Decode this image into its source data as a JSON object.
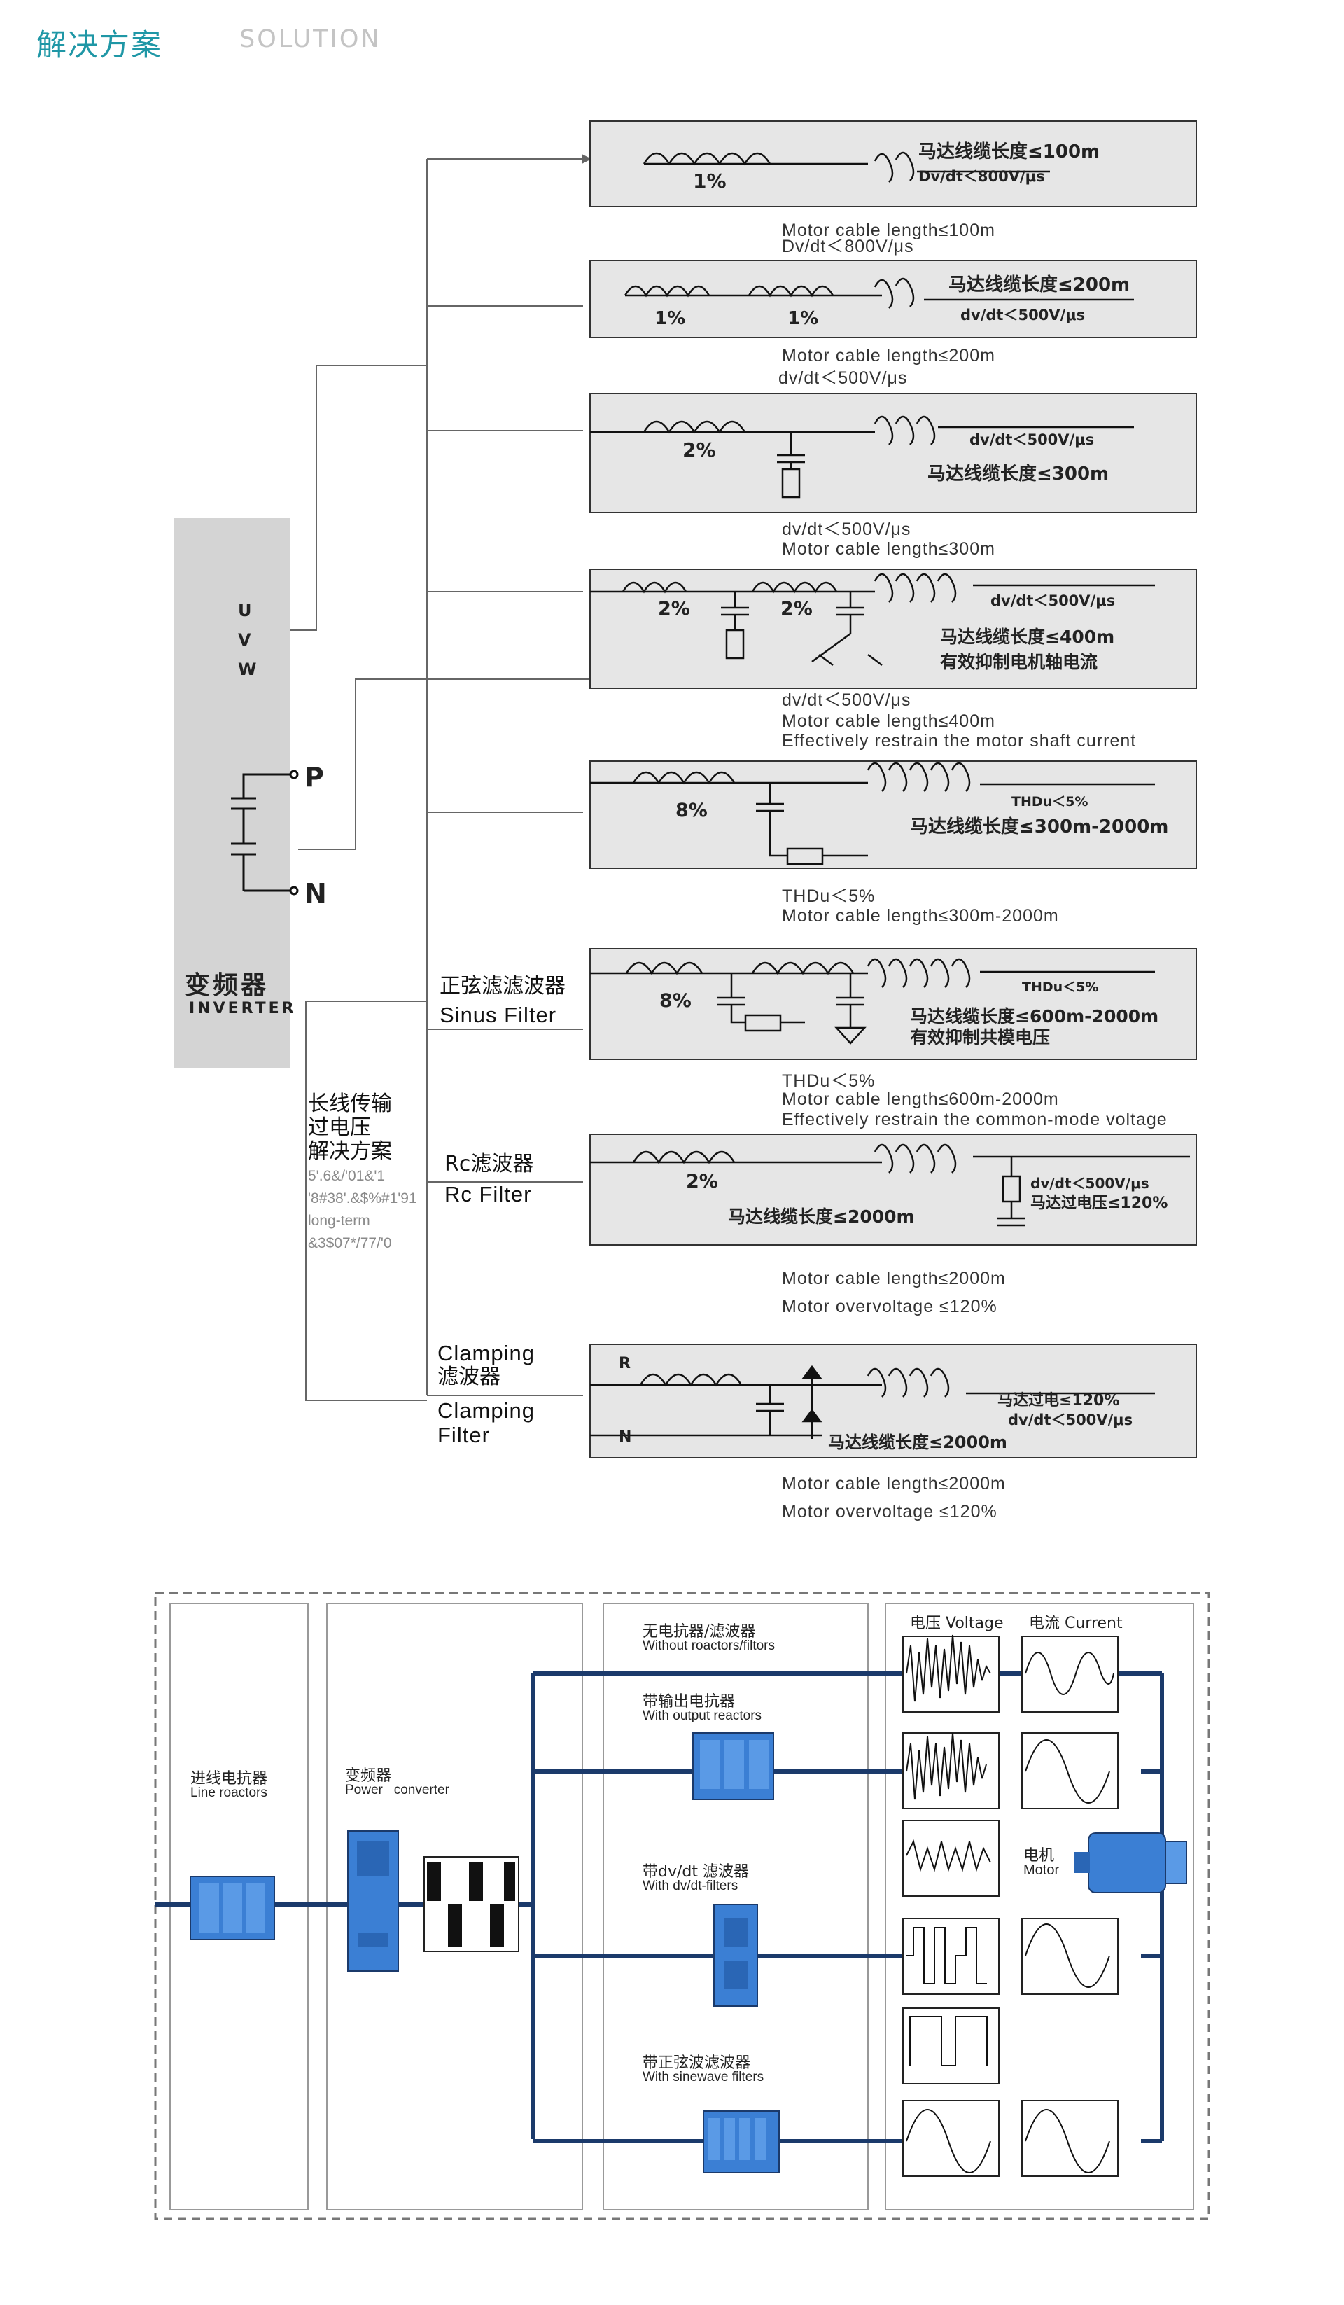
{
  "header": {
    "title_cn": "解决方案",
    "title_en": "SOLUTION"
  },
  "inverter": {
    "phases": [
      "U",
      "V",
      "W"
    ],
    "p": "P",
    "n": "N",
    "name_cn": "变频器",
    "name_en": "INVERTER"
  },
  "branches": {
    "sinus_cn": "正弦滤滤波器",
    "sinus_en": "Sinus Filter",
    "rc_cn": "Rc滤波器",
    "rc_en": "Rc Filter",
    "clamp_en1": "Clamping",
    "clamp_cn": "滤波器",
    "clamp_en2": "Clamping",
    "clamp_en3": "Filter"
  },
  "long_line": {
    "cn": [
      "长线传输",
      "过电压",
      "解决方案"
    ],
    "garbled": [
      "5'.6&/'01&'1",
      "'8#38'.&$%#1'91",
      "long-term",
      "&3$07*/77/'0"
    ]
  },
  "filters": [
    {
      "inductors": [
        "1%"
      ],
      "box_text": [
        "马达线缆长度≤100m",
        "Dv/dt＜800V/μs"
      ],
      "caption": [
        "Motor cable length≤100m",
        "Dv/dt＜800V/μs"
      ]
    },
    {
      "inductors": [
        "1%",
        "1%"
      ],
      "box_text": [
        "马达线缆长度≤200m",
        "dv/dt＜500V/μs"
      ],
      "caption": [
        "Motor cable length≤200m",
        "dv/dt＜500V/μs"
      ]
    },
    {
      "inductors": [
        "2%"
      ],
      "box_text": [
        "dv/dt＜500V/μs",
        "马达线缆长度≤300m"
      ],
      "caption": [
        "dv/dt＜500V/μs",
        "Motor cable length≤300m"
      ]
    },
    {
      "inductors": [
        "2%",
        "2%"
      ],
      "box_text": [
        "dv/dt＜500V/μs",
        "马达线缆长度≤400m",
        "有效抑制电机轴电流"
      ],
      "caption": [
        "dv/dt＜500V/μs",
        "Motor cable length≤400m",
        "Effectively restrain the motor shaft current"
      ]
    },
    {
      "inductors": [
        "8%"
      ],
      "box_text": [
        "THDu＜5%",
        "马达线缆长度≤300m-2000m"
      ],
      "caption": [
        "THDu＜5%",
        "Motor cable length≤300m-2000m"
      ]
    },
    {
      "inductors": [
        "8%"
      ],
      "box_text": [
        "THDu＜5%",
        "马达线缆长度≤600m-2000m",
        "有效抑制共模电压"
      ],
      "caption": [
        "THDu＜5%",
        "Motor cable length≤600m-2000m",
        "Effectively restrain the common-mode voltage"
      ]
    },
    {
      "inductors": [
        "2%"
      ],
      "box_text": [
        "dv/dt＜500V/μs",
        "马达过电压≤120%",
        "马达线缆长度≤2000m"
      ],
      "caption": [
        "Motor cable length≤2000m",
        "Motor overvoltage ≤120%"
      ]
    },
    {
      "inductors": [],
      "box_text": [
        "R",
        "N",
        "马达过电≤120%",
        "dv/dt＜500V/μs",
        "马达线缆长度≤2000m"
      ],
      "caption": [
        "Motor cable length≤2000m",
        "Motor overvoltage ≤120%"
      ]
    }
  ],
  "system": {
    "line_reactors_cn": "进线电抗器",
    "line_reactors_en": "Line roactors",
    "converter_cn": "变频器",
    "converter_en": "Power   converter",
    "rows": [
      {
        "cn": "无电抗器/滤波器",
        "en": "Without roactors/filtors"
      },
      {
        "cn": "带输出电抗器",
        "en": "With output reactors"
      },
      {
        "cn": "带dv/dt 滤波器",
        "en": "With dv/dt-filters"
      },
      {
        "cn": "带正弦波滤波器",
        "en": "With sinewave filters"
      }
    ],
    "voltage_label": "电压 Voltage",
    "current_label": "电流 Current",
    "motor_cn": "电机",
    "motor_en": "Motor"
  },
  "colors": {
    "accent": "#1f97a6",
    "box_fill": "#e6e6e6",
    "wire": "#1b3a6b",
    "component_blue": "#3b7fd4"
  }
}
